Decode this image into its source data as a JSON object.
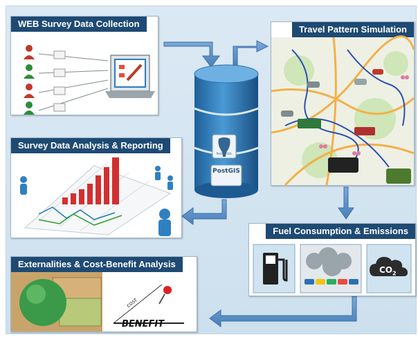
{
  "panels": {
    "web_survey": {
      "title": "WEB Survey Data Collection"
    },
    "travel_pattern": {
      "title": "Travel Pattern Simulation"
    },
    "survey_analysis": {
      "title": "Survey Data Analysis & Reporting"
    },
    "fuel_emissions": {
      "title": "Fuel Consumption & Emissions",
      "co2_label": "CO",
      "co2_sub": "2"
    },
    "externalities": {
      "title": "Externalities & Cost-Benefit Analysis",
      "benefit_label": "BENEFIT",
      "cost_label": "cost"
    }
  },
  "database": {
    "logo_top": "PostgreSQL",
    "logo_bottom": "PostGIS"
  },
  "colors": {
    "title_bar": "#1e4a73",
    "arrow": "#5b8fc6",
    "database": "#2f78b5",
    "route": "#2a4fb3"
  }
}
